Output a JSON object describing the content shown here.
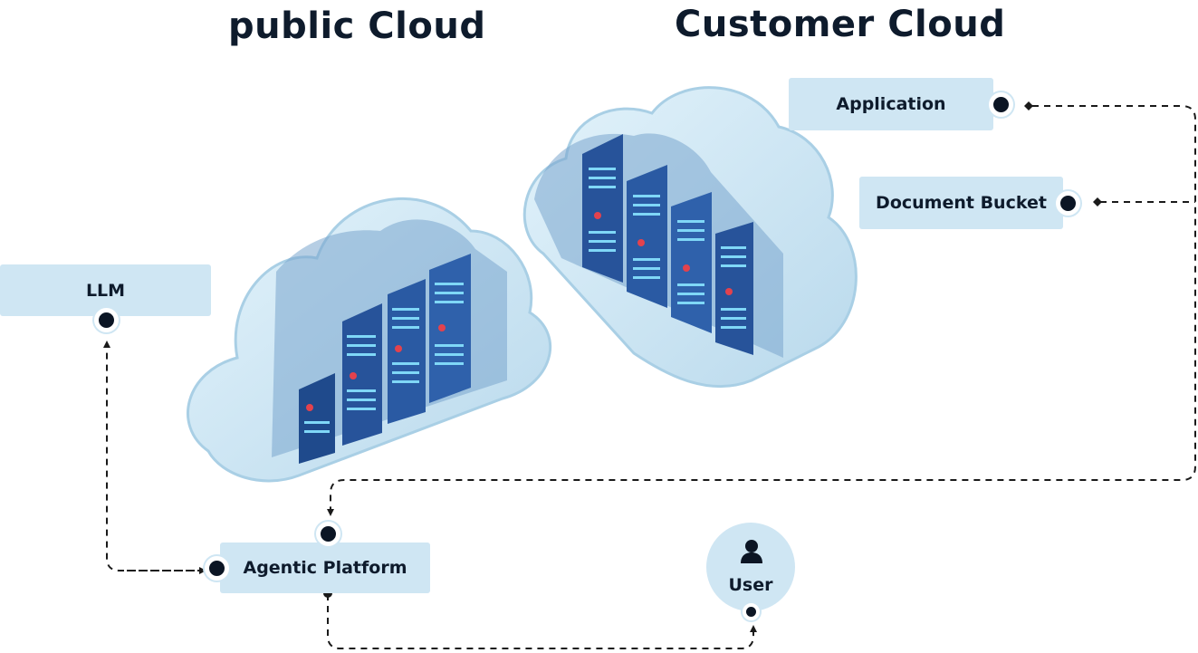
{
  "titles": {
    "public_cloud": "public Cloud",
    "customer_cloud": "Customer Cloud"
  },
  "nodes": {
    "application": "Application",
    "document_bucket": "Document Bucket",
    "llm": "LLM",
    "agentic_platform": "Agentic Platform",
    "user": "User"
  },
  "icons": {
    "user": "user-icon",
    "server": "server-rack-icon",
    "cloud": "cloud-icon"
  },
  "colors": {
    "node_fill": "#cfe6f3",
    "text": "#0e1b2c",
    "connector": "#1a1a1a",
    "cloud_light": "#d4ebf7",
    "server_body": "#27539a",
    "server_led": "#7fd7f7",
    "server_alert": "#e3424d"
  }
}
